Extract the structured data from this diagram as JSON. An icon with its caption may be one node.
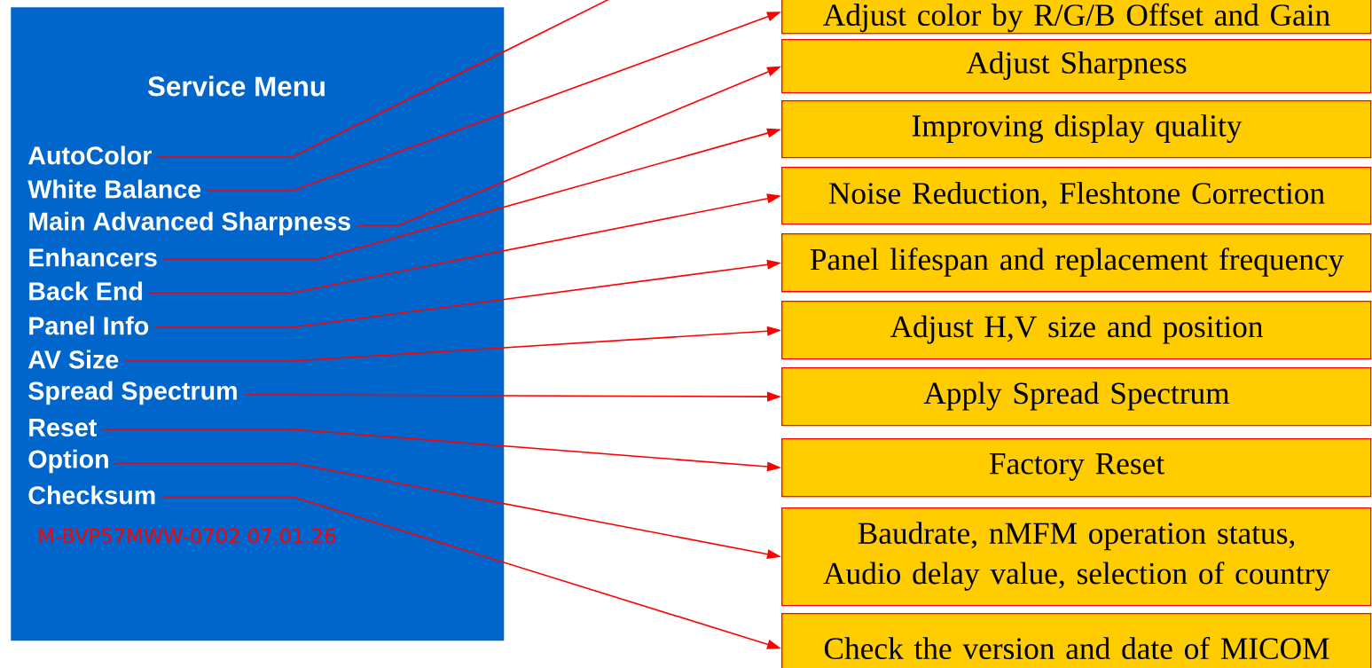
{
  "diagram": {
    "nodes": [
      {
        "text": [
          "Service Menu",
          "M-BVP57MWW-0702 07.01.26"
        ]
      },
      {
        "text": [
          "AutoColor"
        ],
        "in": 0
      },
      {
        "text": [
          "White Balance"
        ],
        "in": 0
      },
      {
        "text": [
          "Main Advanced Sharpness"
        ],
        "in": 0
      },
      {
        "text": [
          "Enhancers"
        ],
        "in": 0
      },
      {
        "text": [
          "Back End"
        ],
        "in": 0
      },
      {
        "text": [
          "Panel Info"
        ],
        "in": 0
      },
      {
        "text": [
          "AV Size"
        ],
        "in": 0
      },
      {
        "text": [
          "Spread Spectrum"
        ],
        "in": 0
      },
      {
        "text": [
          "Reset"
        ],
        "in": 0
      },
      {
        "text": [
          "Option"
        ],
        "in": 0
      },
      {
        "text": [
          "Checksum"
        ],
        "in": 0
      },
      {
        "text": [
          "Adjust color by R/G/B Offset and Gain"
        ]
      },
      {
        "text": [
          "Adjust Sharpness"
        ]
      },
      {
        "text": [
          "Improving display quality"
        ]
      },
      {
        "text": [
          "Noise Reduction, Fleshtone Correction"
        ]
      },
      {
        "text": [
          "Panel lifespan and replacement frequency"
        ]
      },
      {
        "text": [
          "Adjust H,V size and position"
        ]
      },
      {
        "text": [
          "Apply Spread Spectrum"
        ]
      },
      {
        "text": [
          "Factory Reset"
        ]
      },
      {
        "text": [
          "Baudrate, nMFM operation status, Audio delay value, selection of country"
        ]
      },
      {
        "text": [
          "Check the version and date of MICOM"
        ]
      }
    ],
    "edges": [
      {
        "from": 1,
        "to": null,
        "arrow": "none"
      },
      {
        "from": 2,
        "to": 12,
        "arrow": "to"
      },
      {
        "from": 3,
        "to": 13,
        "arrow": "to"
      },
      {
        "from": 4,
        "to": 14,
        "arrow": "to"
      },
      {
        "from": 5,
        "to": 15,
        "arrow": "to"
      },
      {
        "from": 6,
        "to": 16,
        "arrow": "to"
      },
      {
        "from": 7,
        "to": 17,
        "arrow": "to"
      },
      {
        "from": 8,
        "to": 18,
        "arrow": "to"
      },
      {
        "from": 9,
        "to": 19,
        "arrow": "to"
      },
      {
        "from": 10,
        "to": 20,
        "arrow": "to"
      },
      {
        "from": 11,
        "to": 21,
        "arrow": "to"
      }
    ]
  }
}
